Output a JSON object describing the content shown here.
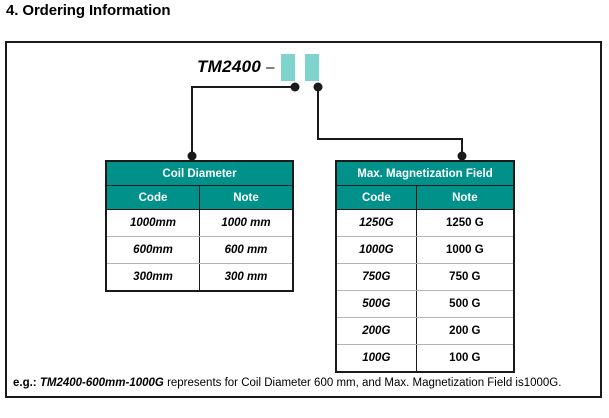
{
  "section": {
    "title": "4. Ordering Information"
  },
  "part_number": {
    "base": "TM2400",
    "dash": "–",
    "slot1": "",
    "slot2": "",
    "slot_color": "#7ed4cd"
  },
  "colors": {
    "header_teal": "#00918a",
    "slot_teal": "#7ed4cd",
    "border": "#1a1a1a",
    "row_divider": "#b4b4b4",
    "text": "#000000",
    "header_text": "#ffffff"
  },
  "tables": [
    {
      "id": "coil-diameter",
      "title": "Coil Diameter",
      "columns": [
        "Code",
        "Note"
      ],
      "rows": [
        {
          "code": "1000mm",
          "note": "1000 mm"
        },
        {
          "code": "600mm",
          "note": "600 mm"
        },
        {
          "code": "300mm",
          "note": "300 mm"
        }
      ]
    },
    {
      "id": "max-magnetization-field",
      "title": "Max. Magnetization Field",
      "columns": [
        "Code",
        "Note"
      ],
      "rows": [
        {
          "code": "1250G",
          "note": "1250 G"
        },
        {
          "code": "1000G",
          "note": "1000 G"
        },
        {
          "code": "750G",
          "note": "750 G"
        },
        {
          "code": "500G",
          "note": "500 G"
        },
        {
          "code": "200G",
          "note": "200 G"
        },
        {
          "code": "100G",
          "note": "100 G"
        }
      ]
    }
  ],
  "footnote": {
    "label": "e.g.:",
    "example": "TM2400-600mm-1000G",
    "text": "represents for Coil Diameter 600 mm, and Max. Magnetization Field is1000G."
  }
}
